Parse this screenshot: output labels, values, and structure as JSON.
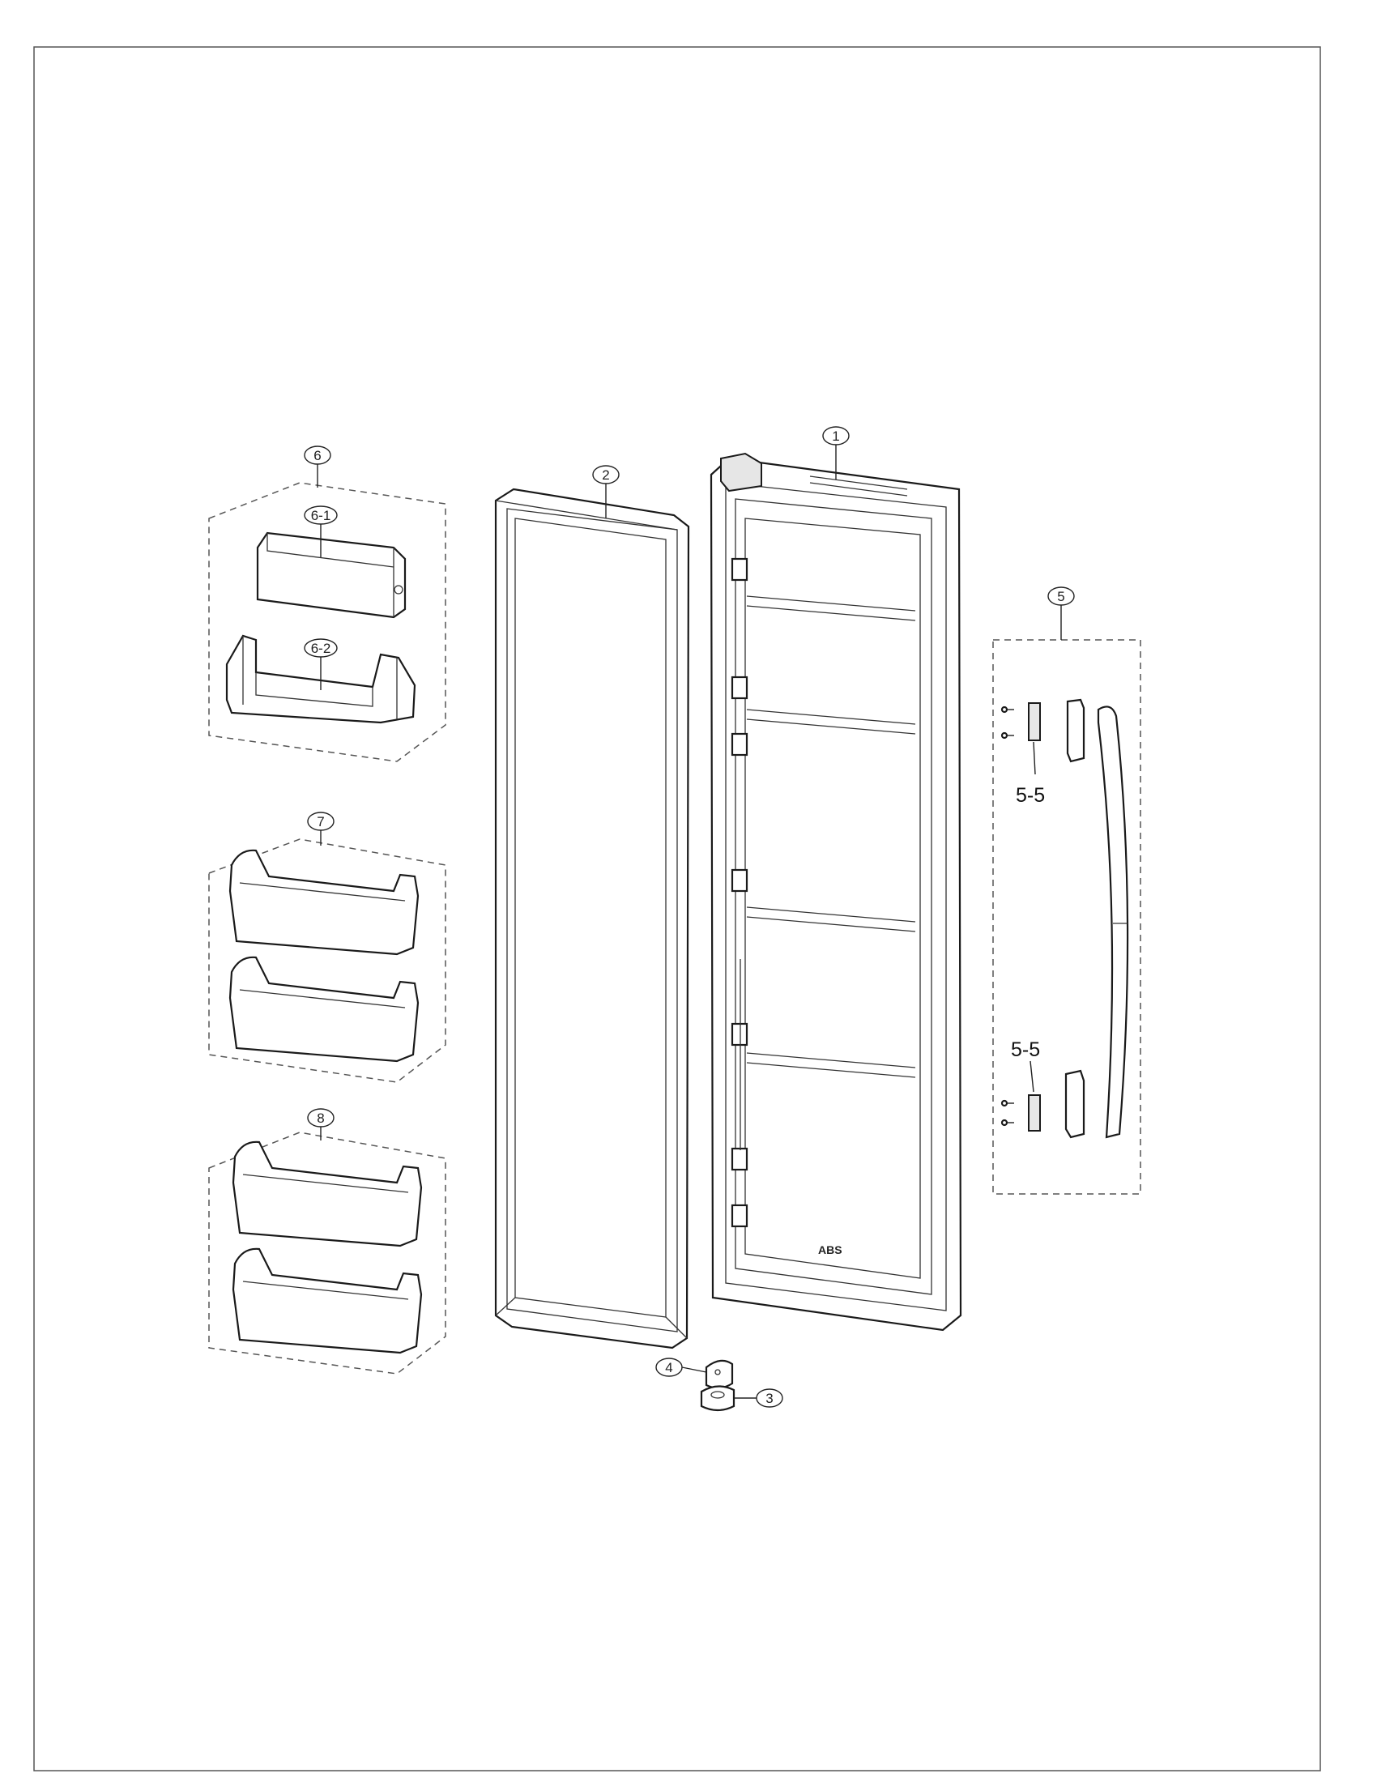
{
  "callouts": {
    "c1": "1",
    "c2": "2",
    "c3": "3",
    "c4": "4",
    "c5": "5",
    "c6": "6",
    "c6_1": "6-1",
    "c6_2": "6-2",
    "c7": "7",
    "c8": "8"
  },
  "labels": {
    "subpart_5_5_top": "5-5",
    "subpart_5_5_bottom": "5-5",
    "door_liner_mark": "ABS"
  }
}
